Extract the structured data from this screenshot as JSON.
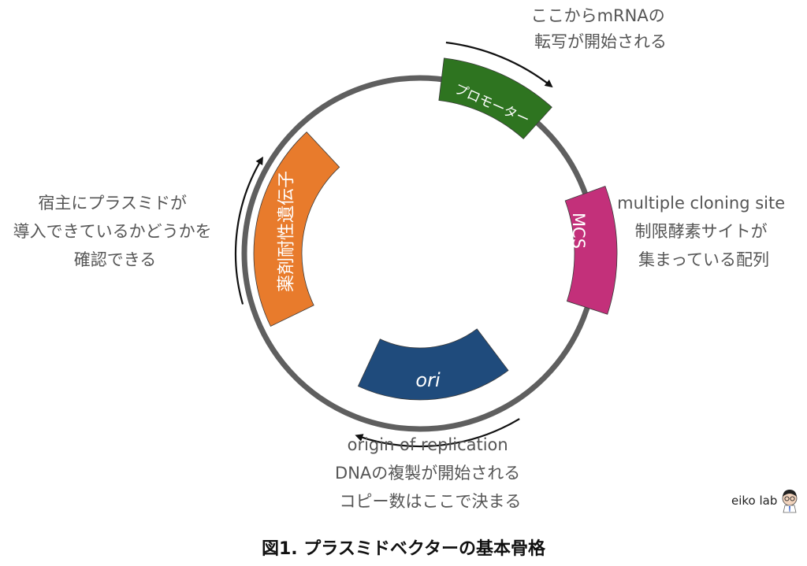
{
  "colors": {
    "ring": "#5f5f5f",
    "promoter": "#2e7420",
    "mcs": "#c3307a",
    "ori": "#1f4b7c",
    "resistance": "#e87b2c",
    "arrow": "#111111"
  },
  "segments": {
    "promoter": "プロモーター",
    "mcs": "MCS",
    "ori": "ori",
    "resistance": "薬剤耐性遺伝子"
  },
  "notes": {
    "promoter": [
      "ここからmRNAの",
      "転写が開始される"
    ],
    "mcs": [
      "multiple cloning site",
      "制限酵素サイトが",
      "集まっている配列"
    ],
    "ori": [
      "origin of replication",
      "DNAの複製が開始される",
      "コピー数はここで決まる"
    ],
    "resistance": [
      "宿主にプラスミドが",
      "導入できているかどうかを",
      "確認できる"
    ]
  },
  "brand": {
    "name": "eiko lab",
    "icon": "avatar-icon"
  },
  "caption": "図1. プラスミドベクターの基本骨格"
}
